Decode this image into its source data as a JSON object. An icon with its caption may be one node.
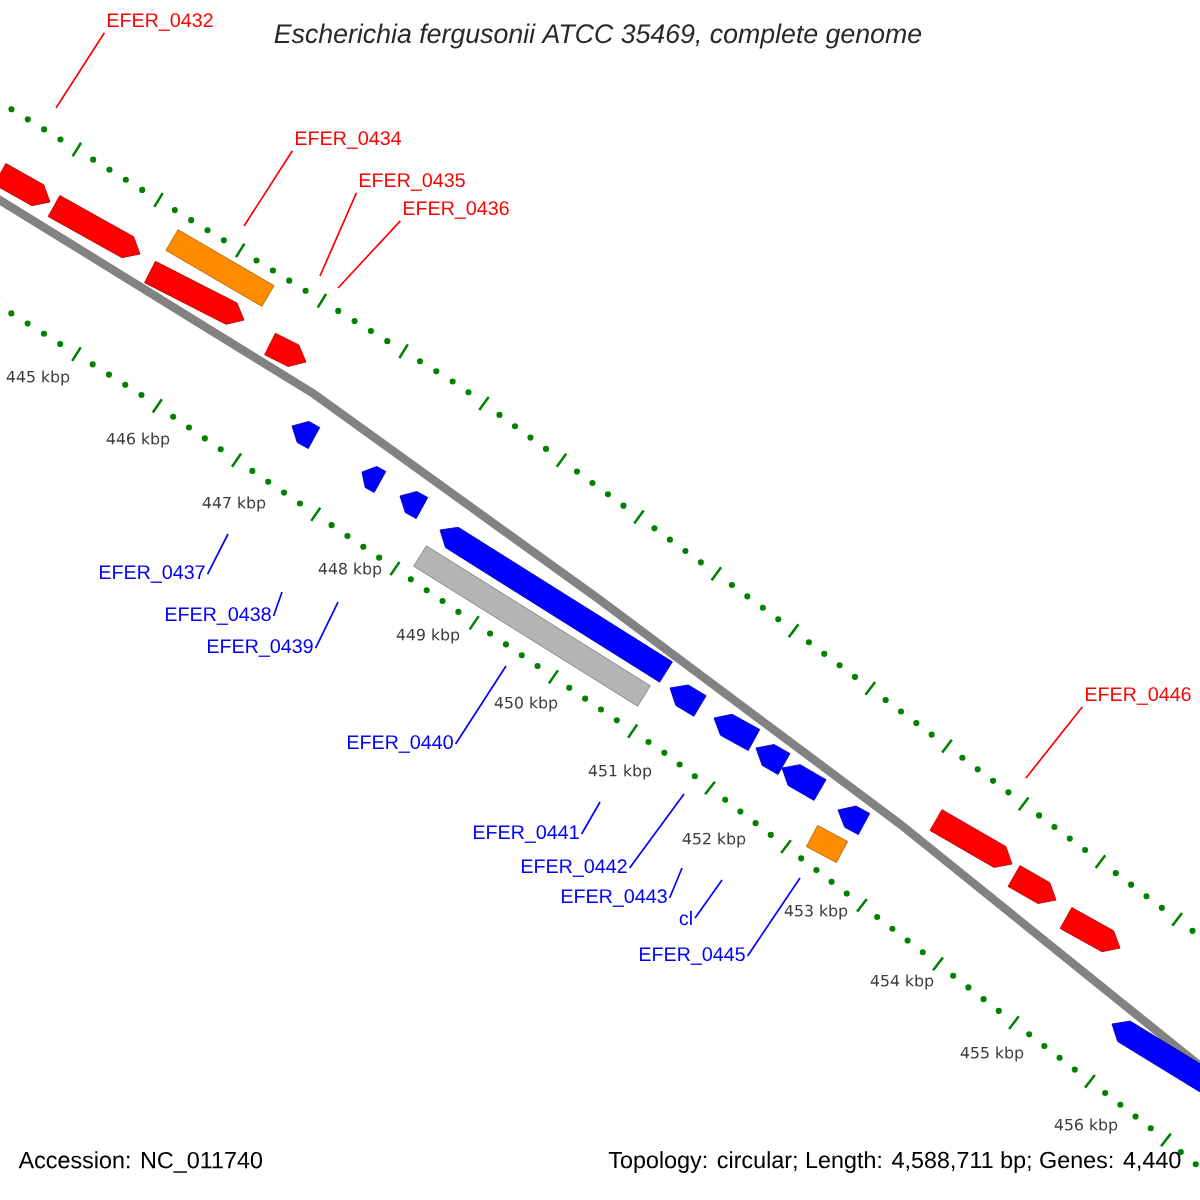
{
  "diagram": {
    "title": "Escherichia fergusonii ATCC 35469, complete genome",
    "nodes": [
      {
        "text": [
          "EFER_0432"
        ]
      },
      {
        "text": [
          "EFER_0434"
        ]
      },
      {
        "text": [
          "EFER_0435"
        ]
      },
      {
        "text": [
          "EFER_0436"
        ]
      },
      {
        "text": [
          "EFER_0437"
        ]
      },
      {
        "text": [
          "EFER_0438"
        ]
      },
      {
        "text": [
          "EFER_0439"
        ]
      },
      {
        "text": [
          "EFER_0440"
        ]
      },
      {
        "text": [
          "EFER_0446"
        ]
      },
      {
        "text": [
          "EFER_0441"
        ]
      },
      {
        "text": [
          "EFER_0442"
        ]
      },
      {
        "text": [
          "EFER_0443"
        ]
      },
      {
        "text": [
          "cl"
        ]
      },
      {
        "text": [
          "EFER_0445"
        ]
      }
    ],
    "edges": [
      {
        "from": 0,
        "to": null,
        "arrow": "none",
        "color": "#ff0000"
      },
      {
        "from": 1,
        "to": null,
        "arrow": "none",
        "color": "#ff0000"
      },
      {
        "from": 2,
        "to": null,
        "arrow": "none",
        "color": "#ff0000"
      },
      {
        "from": 3,
        "to": null,
        "arrow": "none",
        "color": "#ff0000"
      },
      {
        "from": 4,
        "to": null,
        "arrow": "none"
      },
      {
        "from": 5,
        "to": null,
        "arrow": "none"
      },
      {
        "from": 6,
        "to": null,
        "arrow": "none"
      },
      {
        "from": 7,
        "to": null,
        "arrow": "none"
      },
      {
        "from": 8,
        "to": null,
        "arrow": "none",
        "color": "#ff0000"
      },
      {
        "from": 9,
        "to": null,
        "arrow": "none"
      },
      {
        "from": 10,
        "to": null,
        "arrow": "none"
      },
      {
        "from": 11,
        "to": null,
        "arrow": "none"
      },
      {
        "from": 12,
        "to": null,
        "arrow": "none"
      },
      {
        "from": 13,
        "to": null,
        "arrow": "none"
      }
    ],
    "labels": [
      "445 kbp",
      "446 kbp",
      "447 kbp",
      "448 kbp",
      "449 kbp",
      "450 kbp",
      "451 kbp",
      "452 kbp",
      "453 kbp",
      "454 kbp",
      "455 kbp",
      "456 kbp",
      "Accession: NC_011740",
      "Topology: circular; Length: 4,588,711 bp; Genes: 4,440"
    ]
  }
}
